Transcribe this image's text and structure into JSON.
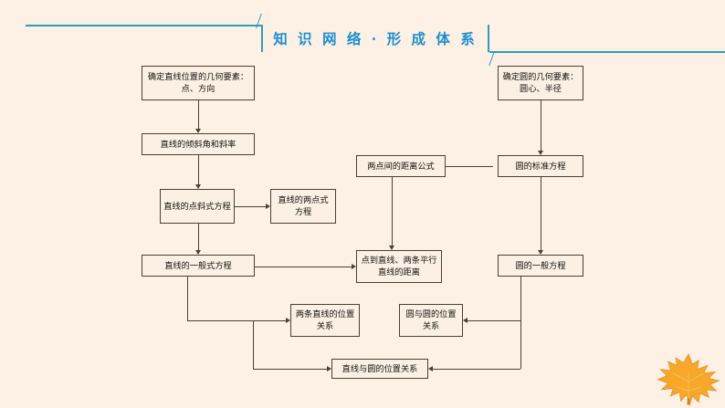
{
  "page": {
    "background_color": "#fdf1e6",
    "accent_color": "#2f9fb0",
    "title_color": "#1a8fd0",
    "node_border_color": "#4a4034"
  },
  "header": {
    "title": "知 识 网 络 · 形 成 体 系"
  },
  "chart_data": {
    "type": "diagram",
    "title": "知 识 网 络 · 形 成 体 系",
    "nodes": [
      {
        "id": "n1",
        "label": "确定直线位置的几何要素：点、方向"
      },
      {
        "id": "n2",
        "label": "直线的倾斜角和斜率"
      },
      {
        "id": "n3",
        "label": "直线的点斜式方程"
      },
      {
        "id": "n4",
        "label": "直线的两点式方程"
      },
      {
        "id": "n5",
        "label": "直线的一般式方程"
      },
      {
        "id": "n6",
        "label": "两点间的距离公式"
      },
      {
        "id": "n7",
        "label": "点到直线、两条平行直线的距离"
      },
      {
        "id": "n8",
        "label": "两条直线的位置关系"
      },
      {
        "id": "n9",
        "label": "直线与圆的位置关系"
      },
      {
        "id": "n10",
        "label": "圆与圆的位置关系"
      },
      {
        "id": "n11",
        "label": "确定圆的几何要素：圆心、半径"
      },
      {
        "id": "n12",
        "label": "圆的标准方程"
      },
      {
        "id": "n13",
        "label": "圆的一般方程"
      }
    ],
    "edges": [
      {
        "from": "n1",
        "to": "n2"
      },
      {
        "from": "n2",
        "to": "n3"
      },
      {
        "from": "n3",
        "to": "n4"
      },
      {
        "from": "n2",
        "to": "n5"
      },
      {
        "from": "n5",
        "to": "n7"
      },
      {
        "from": "n6",
        "to": "n7"
      },
      {
        "from": "n6",
        "to": "n12"
      },
      {
        "from": "n11",
        "to": "n12"
      },
      {
        "from": "n12",
        "to": "n13"
      },
      {
        "from": "n5",
        "to": "n8"
      },
      {
        "from": "n5",
        "to": "n9"
      },
      {
        "from": "n13",
        "to": "n10"
      },
      {
        "from": "n13",
        "to": "n9"
      }
    ]
  },
  "decoration": {
    "leaf_name": "maple-leaf",
    "leaf_color": "#f5a623"
  }
}
